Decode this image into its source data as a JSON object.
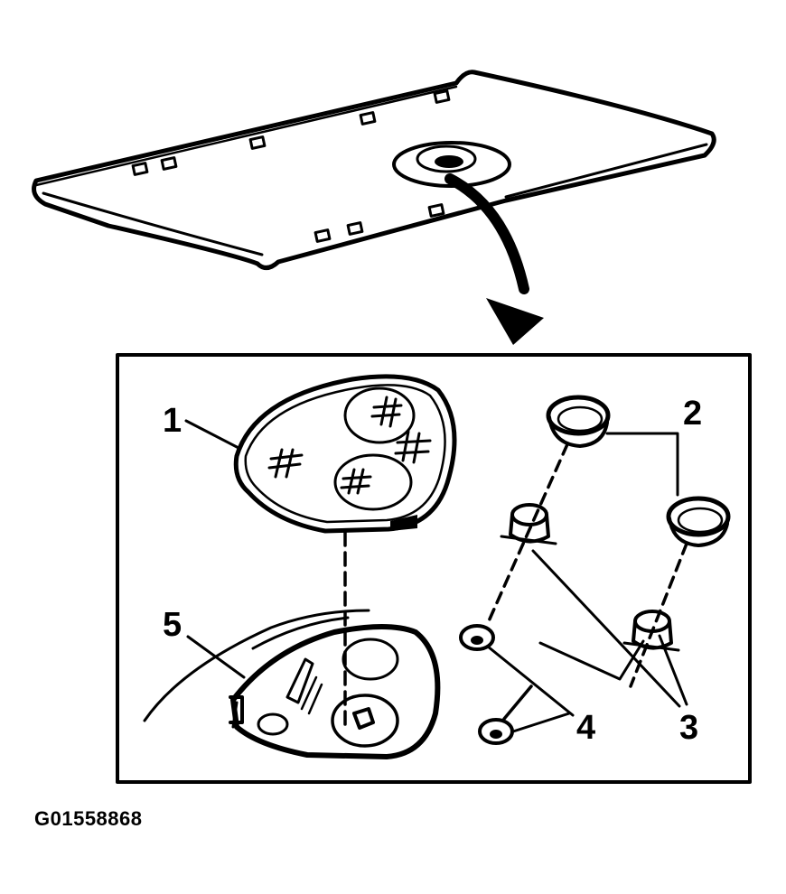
{
  "figure_id": "G01558868",
  "callouts": {
    "c1": "1",
    "c2": "2",
    "c3": "3",
    "c4": "4",
    "c5": "5"
  },
  "colors": {
    "ink": "#000000",
    "background": "#ffffff"
  }
}
